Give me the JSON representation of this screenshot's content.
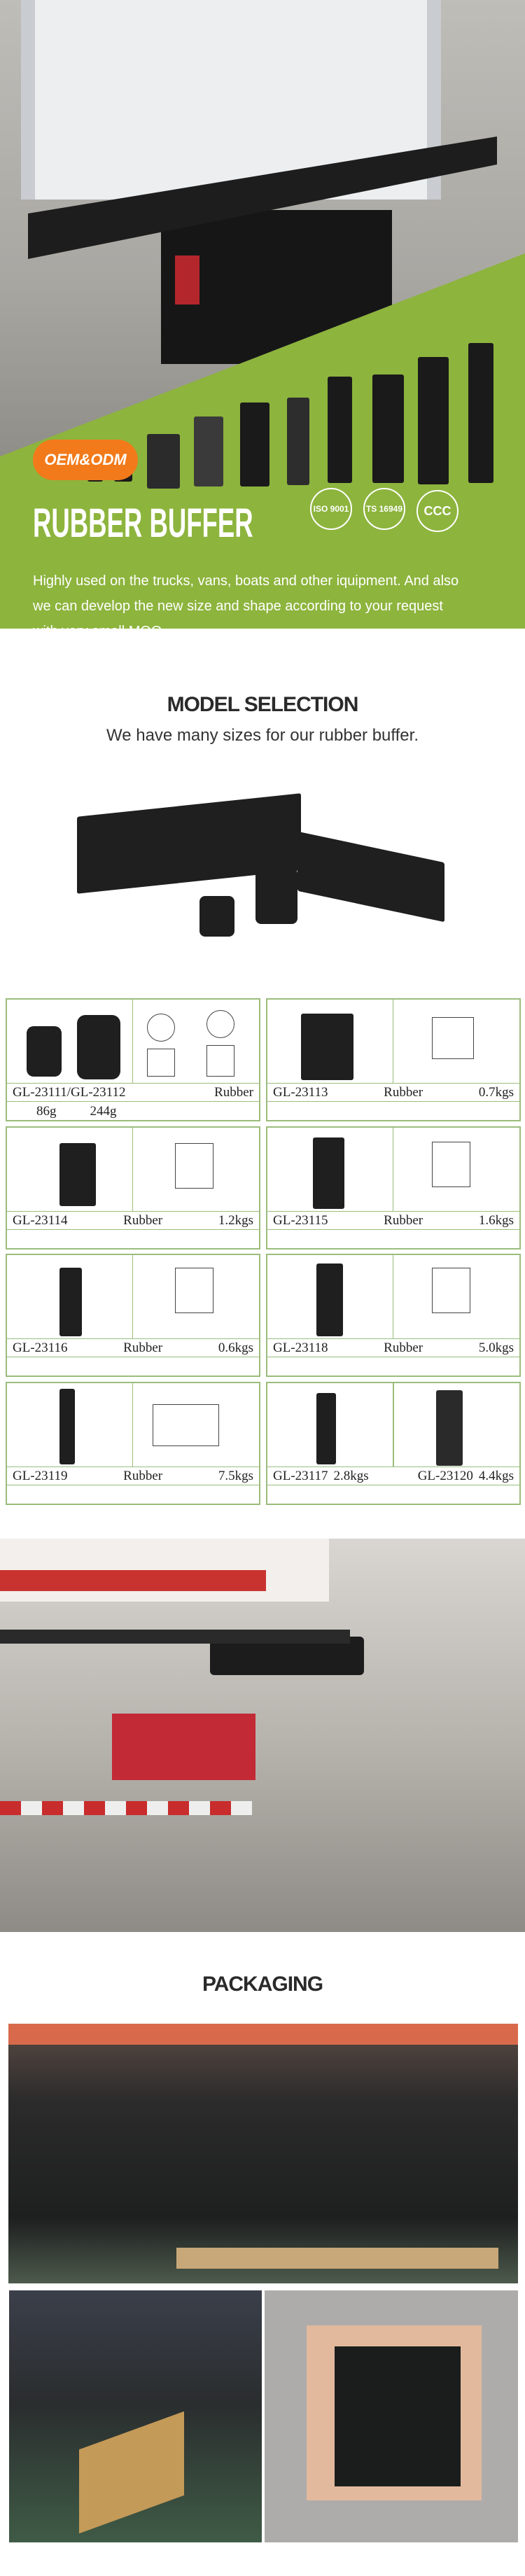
{
  "hero": {
    "badge": "OEM&ODM",
    "title": "RUBBER BUFFER",
    "description": "Highly used on the trucks, vans, boats and other iquipment. And also we can develop the new size and shape according to your request with very small MOQ.",
    "certifications": [
      {
        "icon": "iso-9001-seal-icon",
        "label": "ISO 9001"
      },
      {
        "icon": "ts-16949-seal-icon",
        "label": "TS 16949"
      },
      {
        "icon": "ccc-mark-icon",
        "label": "CCC"
      }
    ],
    "colors": {
      "green": "#8db43d",
      "orange": "#f27a1a"
    }
  },
  "model_selection": {
    "title": "MODEL SELECTION",
    "subtitle": "We have many sizes for our rubber buffer.",
    "cards": [
      {
        "model": "GL-23111/GL-23112",
        "material": "Rubber",
        "weight": "",
        "extra": [
          "86g",
          "244g"
        ]
      },
      {
        "model": "GL-23113",
        "material": "Rubber",
        "weight": "0.7kgs"
      },
      {
        "model": "GL-23114",
        "material": "Rubber",
        "weight": "1.2kgs"
      },
      {
        "model": "GL-23115",
        "material": "Rubber",
        "weight": "1.6kgs"
      },
      {
        "model": "GL-23116",
        "material": "Rubber",
        "weight": "0.6kgs"
      },
      {
        "model": "GL-23118",
        "material": "Rubber",
        "weight": "5.0kgs"
      },
      {
        "model": "GL-23119",
        "material": "Rubber",
        "weight": "7.5kgs"
      },
      {
        "model": "GL-23117",
        "material": "2.8kgs",
        "weight": "",
        "model2": "GL-23120",
        "weight2": "4.4kgs"
      }
    ]
  },
  "packaging": {
    "title": "PACKAGING"
  }
}
